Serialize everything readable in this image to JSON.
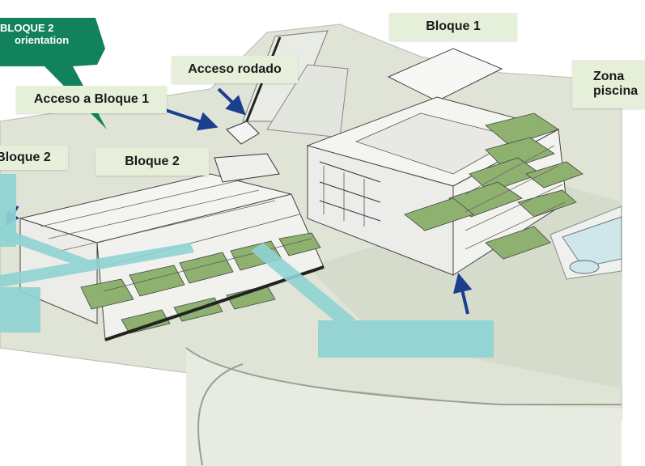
{
  "labels": {
    "bloque1_top": "Bloque 1",
    "acceso_rodado": "Acceso rodado",
    "acceso_bloque1": "Acceso a Bloque 1",
    "bloque2_main": "Bloque 2",
    "bloque2_left": "Bloque 2",
    "zona_piscina_line1": "Zona",
    "zona_piscina_line2": "piscina"
  },
  "callout": {
    "line1": "BLOQUE 2",
    "line2": "orientation"
  },
  "colors": {
    "callout_green": "#12825c",
    "label_bg": "#e6efd9",
    "arrow_blue": "#1b3f8f",
    "cyan_box": "#8fd3d3",
    "terrace_green": "#8fb170",
    "ground": "#d9dfcf"
  }
}
